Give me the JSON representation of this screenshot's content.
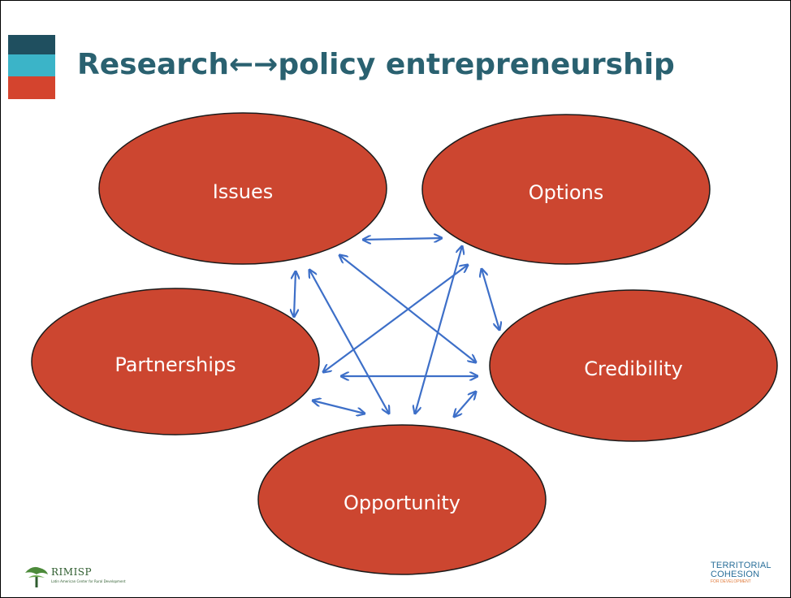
{
  "slide": {
    "title": "Research←→policy entrepreneurship",
    "accent_colors": [
      "#1f4f5f",
      "#3bb4c8",
      "#d4442e"
    ],
    "title_color": "#2a6170"
  },
  "diagram": {
    "node_color": "#cc4630",
    "arrow_color": "#3d6fc8",
    "nodes": [
      {
        "id": "issues",
        "label": "Issues"
      },
      {
        "id": "options",
        "label": "Options"
      },
      {
        "id": "partnerships",
        "label": "Partnerships"
      },
      {
        "id": "credibility",
        "label": "Credibility"
      },
      {
        "id": "opportunity",
        "label": "Opportunity"
      }
    ],
    "connections": [
      [
        "issues",
        "options"
      ],
      [
        "issues",
        "partnerships"
      ],
      [
        "issues",
        "credibility"
      ],
      [
        "issues",
        "opportunity"
      ],
      [
        "options",
        "partnerships"
      ],
      [
        "options",
        "credibility"
      ],
      [
        "options",
        "opportunity"
      ],
      [
        "partnerships",
        "credibility"
      ],
      [
        "partnerships",
        "opportunity"
      ],
      [
        "credibility",
        "opportunity"
      ]
    ]
  },
  "footer": {
    "left_logo_name": "RIMISP",
    "left_logo_subtitle": "Latin American Center for Rural Development",
    "left_logo_icon": "tree-icon",
    "right_logo_line1": "TERRITORIAL",
    "right_logo_line2": "COHESION",
    "right_logo_line3": "FOR DEVELOPMENT"
  }
}
